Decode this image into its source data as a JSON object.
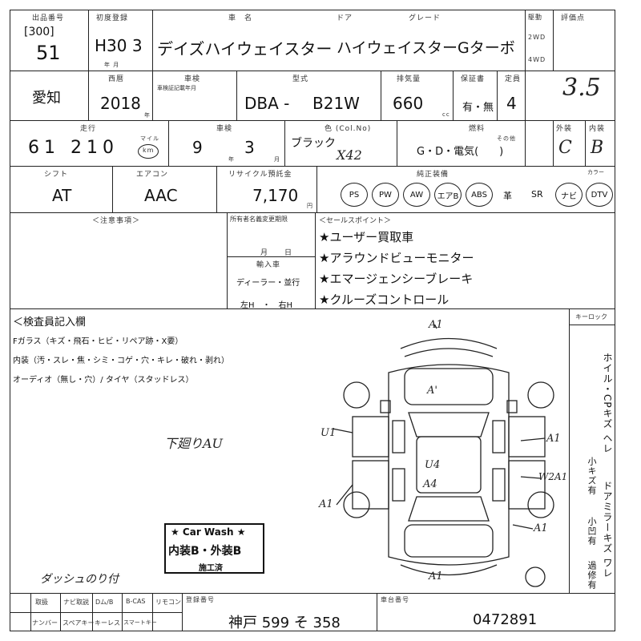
{
  "header": {
    "lot_label": "出品番号",
    "lot_prefix": "[300]",
    "lot_number": "51",
    "first_reg_label": "初度登録",
    "first_reg_value": "H30 3",
    "model_year_sub": "年 月",
    "car_name_label": "車　名",
    "car_name": "デイズハイウェイスター",
    "door_label": "ドア",
    "grade_label": "グレード",
    "grade": "ハイウェイスターGターボ",
    "drive_label": "駆動",
    "drive_2wd": "2WD",
    "drive_4wd": "4WD",
    "score_label": "評価点",
    "score": "3.5"
  },
  "row2": {
    "region": "愛知",
    "year_label": "西暦",
    "year_value": "2018",
    "year_unit": "年",
    "reg_label": "車検",
    "reg_sub": "車検証記載年月",
    "model_label": "型式",
    "model_prefix": "DBA -",
    "model_code": "B21W",
    "displacement_label": "排気量",
    "displacement": "660",
    "displacement_unit": "cc",
    "warranty_label": "保証書",
    "warranty_value": "有・無",
    "seats_label": "定員",
    "seats": "4"
  },
  "row3": {
    "mileage_label": "走行",
    "mileage": "61 210",
    "mileage_unit": "km",
    "mileage_marker": "マイル",
    "inspection_label": "車検",
    "inspection_year": "9",
    "inspection_month": "3",
    "inspection_year_unit": "年",
    "inspection_month_unit": "月",
    "color_label": "色 (Col.No)",
    "color": "ブラック",
    "color_note": "X42",
    "fuel_label": "燃料",
    "fuel_value": "G・D・電気(　　)",
    "fuel_other": "その他",
    "exterior_label": "外装",
    "exterior": "C",
    "interior_label": "内装",
    "interior": "B"
  },
  "row4": {
    "shift_label": "シフト",
    "shift": "AT",
    "aircon_label": "エアコン",
    "aircon": "AAC",
    "recycle_label": "リサイクル預託金",
    "recycle": "7,170",
    "recycle_unit": "円",
    "equipment_label": "純正装備",
    "equipment": [
      "PS",
      "PW",
      "AW",
      "エアB",
      "ABS",
      "革",
      "SR",
      "ナビ",
      "DTV"
    ],
    "equipment_extra": "カラー"
  },
  "notes": {
    "notes_label": "＜注意事項＞",
    "ownership_label": "所有者名義変更期限",
    "ownership_sub": "月　　日",
    "import_label": "輸入車",
    "import_value": "ディーラー・並行",
    "handle_value": "左H　・　右H",
    "sales_label": "＜セールスポイント＞",
    "sales_points": [
      "★ユーザー買取車",
      "★アラウンドビューモニター",
      "★エマージェンシーブレーキ",
      "★クルーズコントロール"
    ]
  },
  "inspection": {
    "title": "＜検査員記入欄",
    "line1": "Fガラス（キズ・飛石・ヒビ・リペア跡・X要）",
    "line2": "内装（汚・スレ・焦・シミ・コゲ・穴・キレ・破れ・剥れ）",
    "line3": "オーディオ（無し・穴）/ タイヤ（スタッドレス）",
    "handwritten_note": "下廻りAU",
    "handwritten_bottom": "ダッシュのり付",
    "keylock_label": "キーロック",
    "side_note_1": "ホイル・CPキズ ヘレ",
    "side_note_2": "ドアミラーキズ ワレ",
    "side_note_3": "小キズ有",
    "side_note_4": "小凹有",
    "side_note_5": "過修有",
    "car_wash_title": "★ Car Wash ★",
    "car_wash_grade": "内装B・外装B",
    "car_wash_done": "施工済"
  },
  "damage_marks": {
    "top": "A1",
    "roof": "A'",
    "left_front": "U1",
    "right_front": "A1",
    "center_1": "U4",
    "center_2": "A4",
    "right_rear_door": "W2A1",
    "left_rear": "A1",
    "right_rear": "A1",
    "bottom": "A1"
  },
  "footer": {
    "labels_row1": [
      "取扱",
      "ナビ取説",
      "Dム/B",
      "B-CAS",
      "リモコン"
    ],
    "labels_row2": [
      "ナンバー",
      "スペアキー",
      "キーレス",
      "スマートキー"
    ],
    "plate_label": "登録番号",
    "plate": "神戸 599 そ 358",
    "chassis_label": "車台番号",
    "chassis": "0472891"
  }
}
